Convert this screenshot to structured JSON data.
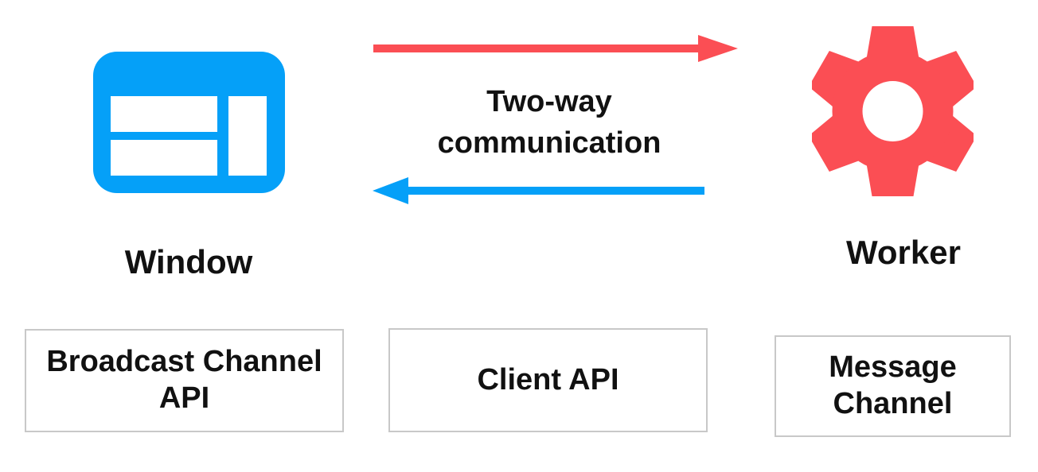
{
  "palette": {
    "blue": "#05a0f8",
    "red": "#fb4e54",
    "text": "#111111",
    "box_border": "#c8c8c8",
    "background": "#ffffff"
  },
  "nodes": {
    "window": {
      "label": "Window",
      "icon": "browser-window-icon",
      "icon_color": "#05a0f8"
    },
    "worker": {
      "label": "Worker",
      "icon": "gear-icon",
      "icon_color": "#fb4e54"
    }
  },
  "connection": {
    "label": "Two-way\ncommunication",
    "arrow_to_worker_color": "#fb4e54",
    "arrow_to_window_color": "#05a0f8"
  },
  "channels": [
    {
      "label": "Broadcast Channel\nAPI"
    },
    {
      "label": "Client API"
    },
    {
      "label": "Message\nChannel"
    }
  ]
}
